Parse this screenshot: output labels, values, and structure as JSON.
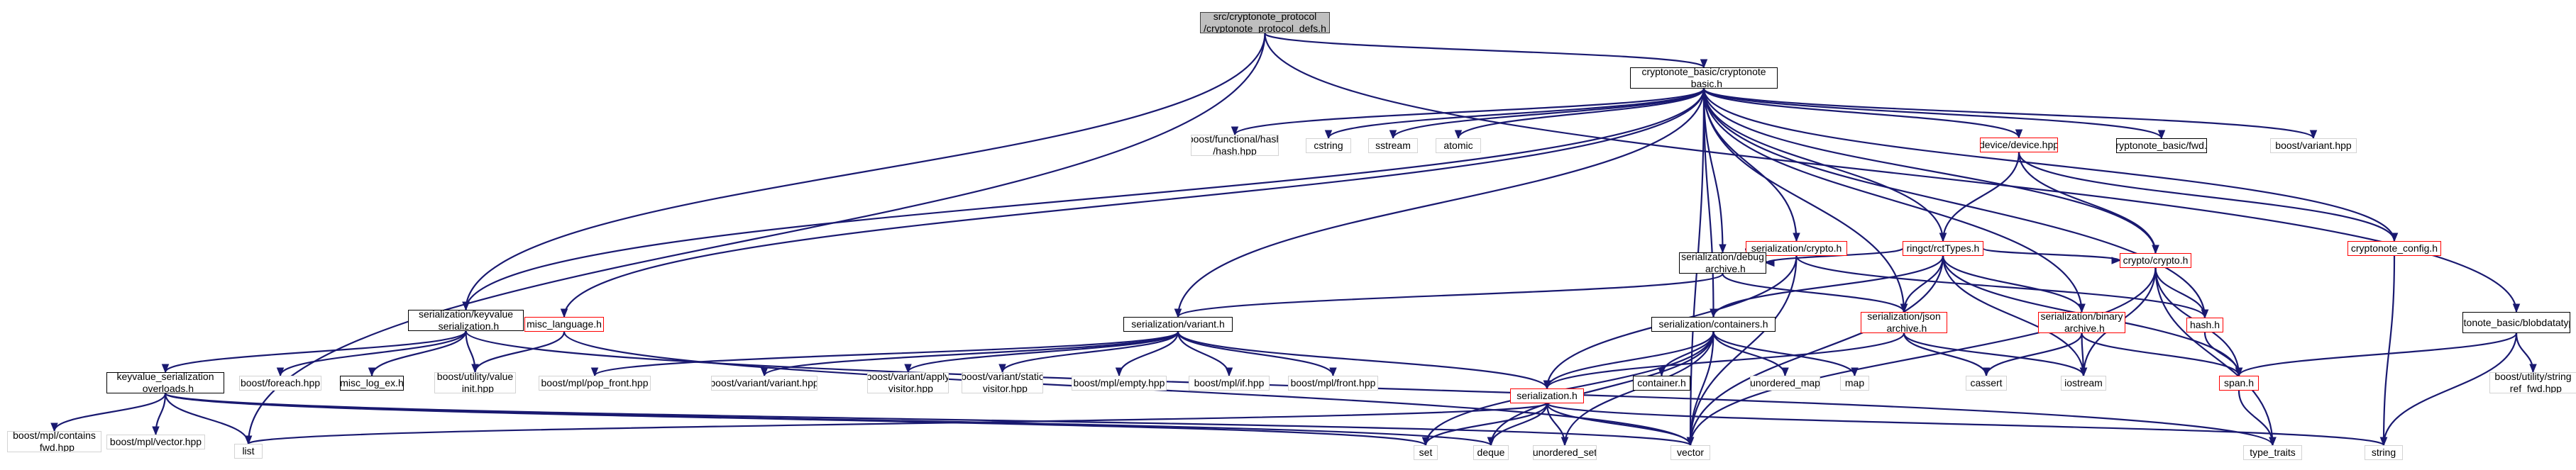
{
  "colors": {
    "edge": "#191970",
    "node_border_documented": "#000000",
    "node_border_truncated": "#ff0000",
    "node_border_external": "#d3d3d3",
    "root_fill": "#bfbfbf"
  },
  "nodes": [
    {
      "id": "root",
      "label": "src/cryptonote_protocol\n/cryptonote_protocol_defs.h",
      "style": "root"
    },
    {
      "id": "basic",
      "label": "cryptonote_basic/cryptonote\n_basic.h",
      "style": "black"
    },
    {
      "id": "kvser",
      "label": "serialization/keyvalue\n_serialization.h",
      "style": "black"
    },
    {
      "id": "blobdt",
      "label": "cryptonote_basic/blobdatatype.h",
      "style": "black"
    },
    {
      "id": "list",
      "label": "list",
      "style": "gray"
    },
    {
      "id": "funchash",
      "label": "boost/functional/hash\n/hash.hpp",
      "style": "gray"
    },
    {
      "id": "cstring",
      "label": "cstring",
      "style": "gray"
    },
    {
      "id": "sstream",
      "label": "sstream",
      "style": "gray"
    },
    {
      "id": "atomic",
      "label": "atomic",
      "style": "gray"
    },
    {
      "id": "device",
      "label": "device/device.hpp",
      "style": "red"
    },
    {
      "id": "fwd",
      "label": "cryptonote_basic/fwd.h",
      "style": "black"
    },
    {
      "id": "bvariant",
      "label": "boost/variant.hpp",
      "style": "gray"
    },
    {
      "id": "sercrypto",
      "label": "serialization/crypto.h",
      "style": "red"
    },
    {
      "id": "rct",
      "label": "ringct/rctTypes.h",
      "style": "red"
    },
    {
      "id": "cnconfig",
      "label": "cryptonote_config.h",
      "style": "red"
    },
    {
      "id": "debug",
      "label": "serialization/debug\n_archive.h",
      "style": "black"
    },
    {
      "id": "cryptoh",
      "label": "crypto/crypto.h",
      "style": "red"
    },
    {
      "id": "misclang",
      "label": "misc_language.h",
      "style": "red"
    },
    {
      "id": "servariant",
      "label": "serialization/variant.h",
      "style": "black"
    },
    {
      "id": "containers",
      "label": "serialization/containers.h",
      "style": "black"
    },
    {
      "id": "json",
      "label": "serialization/json\n_archive.h",
      "style": "red"
    },
    {
      "id": "binary",
      "label": "serialization/binary\n_archive.h",
      "style": "red"
    },
    {
      "id": "hashh",
      "label": "hash.h",
      "style": "red"
    },
    {
      "id": "kvover",
      "label": "keyvalue_serialization\n_overloads.h",
      "style": "black"
    },
    {
      "id": "foreach",
      "label": "boost/foreach.hpp",
      "style": "gray"
    },
    {
      "id": "misclog",
      "label": "misc_log_ex.h",
      "style": "black"
    },
    {
      "id": "valinit",
      "label": "boost/utility/value\n_init.hpp",
      "style": "gray"
    },
    {
      "id": "popfront",
      "label": "boost/mpl/pop_front.hpp",
      "style": "gray"
    },
    {
      "id": "varvar",
      "label": "boost/variant/variant.hpp",
      "style": "gray"
    },
    {
      "id": "applyvis",
      "label": "boost/variant/apply\n_visitor.hpp",
      "style": "gray"
    },
    {
      "id": "staticvis",
      "label": "boost/variant/static\n_visitor.hpp",
      "style": "gray"
    },
    {
      "id": "mplempty",
      "label": "boost/mpl/empty.hpp",
      "style": "gray"
    },
    {
      "id": "mplif",
      "label": "boost/mpl/if.hpp",
      "style": "gray"
    },
    {
      "id": "mplfront",
      "label": "boost/mpl/front.hpp",
      "style": "gray"
    },
    {
      "id": "containerh",
      "label": "container.h",
      "style": "black"
    },
    {
      "id": "umap",
      "label": "unordered_map",
      "style": "gray"
    },
    {
      "id": "map",
      "label": "map",
      "style": "gray"
    },
    {
      "id": "cassert",
      "label": "cassert",
      "style": "gray"
    },
    {
      "id": "iostream",
      "label": "iostream",
      "style": "gray"
    },
    {
      "id": "span",
      "label": "span.h",
      "style": "red"
    },
    {
      "id": "strref",
      "label": "boost/utility/string\n_ref_fwd.hpp",
      "style": "gray"
    },
    {
      "id": "serialization",
      "label": "serialization.h",
      "style": "red"
    },
    {
      "id": "contains",
      "label": "boost/mpl/contains\n_fwd.hpp",
      "style": "gray"
    },
    {
      "id": "mplvector",
      "label": "boost/mpl/vector.hpp",
      "style": "gray"
    },
    {
      "id": "set",
      "label": "set",
      "style": "gray"
    },
    {
      "id": "deque",
      "label": "deque",
      "style": "gray"
    },
    {
      "id": "uset",
      "label": "unordered_set",
      "style": "gray"
    },
    {
      "id": "vector",
      "label": "vector",
      "style": "gray"
    },
    {
      "id": "typetraits",
      "label": "type_traits",
      "style": "gray"
    },
    {
      "id": "string",
      "label": "string",
      "style": "gray"
    }
  ],
  "edges": [
    [
      "root",
      "basic"
    ],
    [
      "root",
      "kvser"
    ],
    [
      "root",
      "blobdt"
    ],
    [
      "root",
      "list"
    ],
    [
      "basic",
      "funchash"
    ],
    [
      "basic",
      "cstring"
    ],
    [
      "basic",
      "sstream"
    ],
    [
      "basic",
      "atomic"
    ],
    [
      "basic",
      "device"
    ],
    [
      "basic",
      "fwd"
    ],
    [
      "basic",
      "bvariant"
    ],
    [
      "basic",
      "cnconfig"
    ],
    [
      "basic",
      "sercrypto"
    ],
    [
      "basic",
      "rct"
    ],
    [
      "basic",
      "debug"
    ],
    [
      "basic",
      "cryptoh"
    ],
    [
      "basic",
      "hashh"
    ],
    [
      "basic",
      "json"
    ],
    [
      "basic",
      "binary"
    ],
    [
      "basic",
      "containers"
    ],
    [
      "basic",
      "servariant"
    ],
    [
      "basic",
      "misclang"
    ],
    [
      "basic",
      "vector"
    ],
    [
      "basic",
      "kvser"
    ],
    [
      "device",
      "rct"
    ],
    [
      "device",
      "cryptoh"
    ],
    [
      "device",
      "cnconfig"
    ],
    [
      "sercrypto",
      "debug"
    ],
    [
      "sercrypto",
      "serialization"
    ],
    [
      "sercrypto",
      "vector"
    ],
    [
      "sercrypto",
      "hashh"
    ],
    [
      "rct",
      "debug"
    ],
    [
      "rct",
      "cryptoh"
    ],
    [
      "rct",
      "json"
    ],
    [
      "rct",
      "binary"
    ],
    [
      "rct",
      "containers"
    ],
    [
      "rct",
      "vector"
    ],
    [
      "rct",
      "iostream"
    ],
    [
      "rct",
      "span"
    ],
    [
      "cnconfig",
      "string"
    ],
    [
      "debug",
      "servariant"
    ],
    [
      "debug",
      "json"
    ],
    [
      "cryptoh",
      "hashh"
    ],
    [
      "cryptoh",
      "span"
    ],
    [
      "cryptoh",
      "iostream"
    ],
    [
      "cryptoh",
      "typetraits"
    ],
    [
      "cryptoh",
      "vector"
    ],
    [
      "hashh",
      "span"
    ],
    [
      "span",
      "typetraits"
    ],
    [
      "kvser",
      "kvover"
    ],
    [
      "kvser",
      "foreach"
    ],
    [
      "kvser",
      "misclog"
    ],
    [
      "kvser",
      "valinit"
    ],
    [
      "kvser",
      "typetraits"
    ],
    [
      "misclang",
      "valinit"
    ],
    [
      "misclang",
      "vector"
    ],
    [
      "servariant",
      "popfront"
    ],
    [
      "servariant",
      "varvar"
    ],
    [
      "servariant",
      "applyvis"
    ],
    [
      "servariant",
      "staticvis"
    ],
    [
      "servariant",
      "mplempty"
    ],
    [
      "servariant",
      "mplif"
    ],
    [
      "servariant",
      "mplfront"
    ],
    [
      "servariant",
      "serialization"
    ],
    [
      "containers",
      "serialization"
    ],
    [
      "containers",
      "containerh"
    ],
    [
      "containers",
      "umap"
    ],
    [
      "containers",
      "map"
    ],
    [
      "containers",
      "set"
    ],
    [
      "containers",
      "deque"
    ],
    [
      "containers",
      "uset"
    ],
    [
      "containers",
      "vector"
    ],
    [
      "json",
      "serialization"
    ],
    [
      "json",
      "cassert"
    ],
    [
      "json",
      "iostream"
    ],
    [
      "binary",
      "cassert"
    ],
    [
      "binary",
      "iostream"
    ],
    [
      "binary",
      "span"
    ],
    [
      "serialization",
      "list"
    ],
    [
      "serialization",
      "set"
    ],
    [
      "serialization",
      "deque"
    ],
    [
      "serialization",
      "uset"
    ],
    [
      "serialization",
      "vector"
    ],
    [
      "serialization",
      "string"
    ],
    [
      "kvover",
      "contains"
    ],
    [
      "kvover",
      "mplvector"
    ],
    [
      "kvover",
      "list"
    ],
    [
      "kvover",
      "set"
    ],
    [
      "kvover",
      "vector"
    ],
    [
      "kvover",
      "deque"
    ],
    [
      "blobdt",
      "span"
    ],
    [
      "blobdt",
      "strref"
    ],
    [
      "blobdt",
      "string"
    ]
  ]
}
